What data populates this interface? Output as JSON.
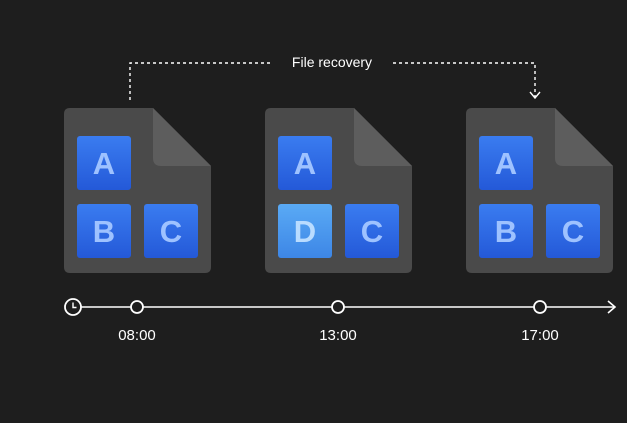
{
  "recovery": {
    "label": "File recovery"
  },
  "files": [
    {
      "time": "08:00",
      "blocks": [
        {
          "letter": "A",
          "variant": "normal"
        },
        {
          "letter": "B",
          "variant": "normal"
        },
        {
          "letter": "C",
          "variant": "normal"
        }
      ]
    },
    {
      "time": "13:00",
      "blocks": [
        {
          "letter": "A",
          "variant": "normal"
        },
        {
          "letter": "D",
          "variant": "changed"
        },
        {
          "letter": "C",
          "variant": "normal"
        }
      ]
    },
    {
      "time": "17:00",
      "blocks": [
        {
          "letter": "A",
          "variant": "normal"
        },
        {
          "letter": "B",
          "variant": "normal"
        },
        {
          "letter": "C",
          "variant": "normal"
        }
      ]
    }
  ],
  "timeline": {
    "start_icon": "clock-icon",
    "end_icon": "arrow-right-icon"
  },
  "colors": {
    "background": "#1e1e1e",
    "file": "#4a4a4a",
    "file_fold": "#5d5d5d",
    "block_normal": "#2f6fe6",
    "block_normal_light": "#3f7ff0",
    "block_changed": "#4f9bea",
    "letter": "#9ec2ff",
    "line": "#ffffff"
  }
}
